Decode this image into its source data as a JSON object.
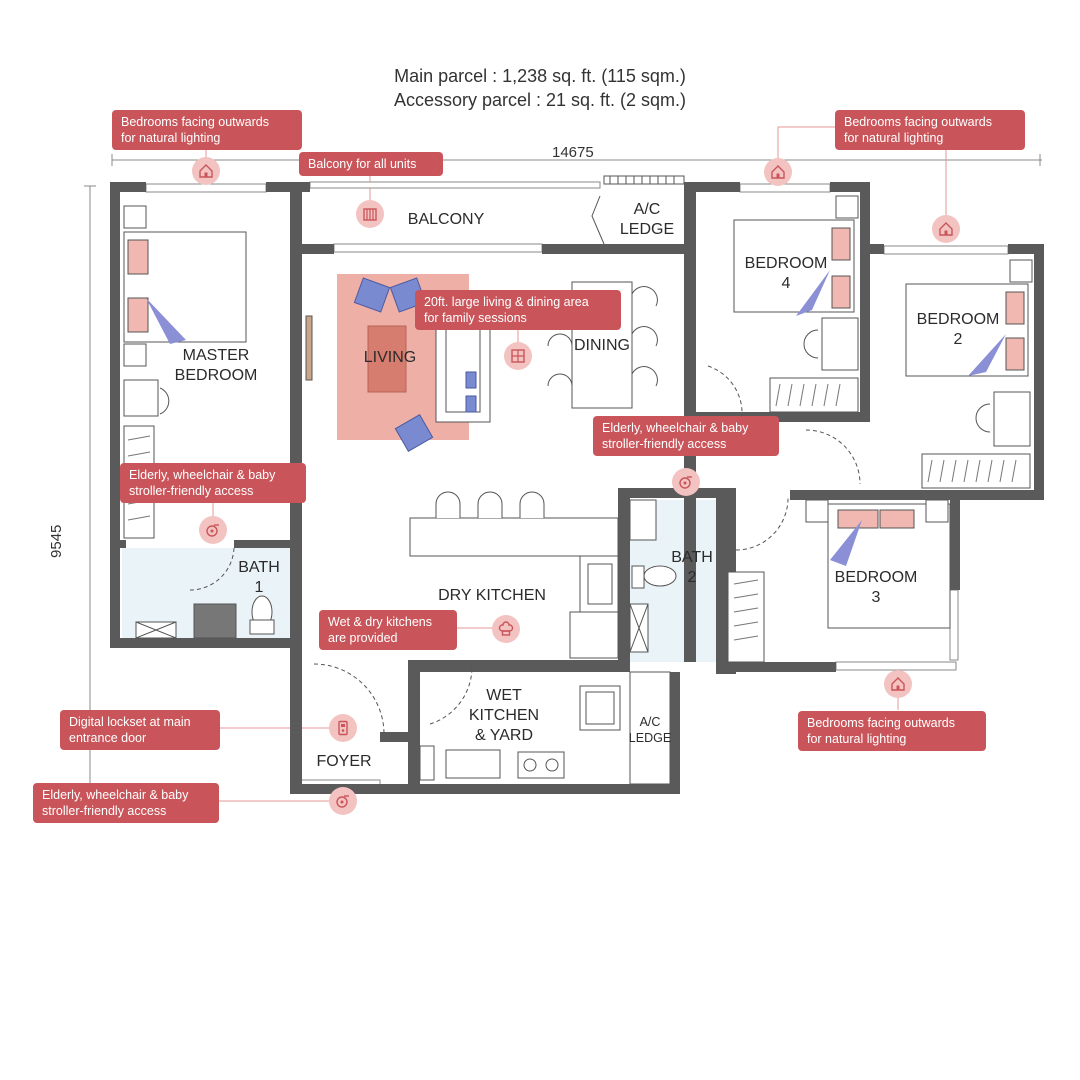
{
  "header": {
    "main_parcel": "Main parcel : 1,238 sq. ft. (115 sqm.)",
    "accessory_parcel": "Accessory parcel : 21 sq. ft. (2 sqm.)"
  },
  "dimensions": {
    "width": "14675",
    "height": "9545"
  },
  "rooms": {
    "balcony": "BALCONY",
    "ac_ledge_top": "A/C\nLEDGE",
    "master_bedroom": "MASTER\nBEDROOM",
    "living": "LIVING",
    "dining": "DINING",
    "bedroom4": "BEDROOM\n4",
    "bedroom2": "BEDROOM\n2",
    "bedroom3": "BEDROOM\n3",
    "bath1": "BATH\n1",
    "bath2": "BATH\n2",
    "dry_kitchen": "DRY KITCHEN",
    "wet_kitchen": "WET\nKITCHEN\n& YARD",
    "ac_ledge_bottom": "A/C\nLEDGE",
    "foyer": "FOYER"
  },
  "callouts": {
    "bedrooms_left": "Bedrooms facing outwards\nfor natural lighting",
    "balcony": "Balcony for all units",
    "bedrooms_right": "Bedrooms facing outwards\nfor natural lighting",
    "living_dining": "20ft. large living & dining area\nfor family sessions",
    "access_center": "Elderly, wheelchair & baby\nstroller-friendly access",
    "access_left": "Elderly, wheelchair & baby\nstroller-friendly access",
    "kitchens": "Wet & dry kitchens\nare provided",
    "lockset": "Digital lockset at main\nentrance door",
    "access_entrance": "Elderly, wheelchair & baby\nstroller-friendly access",
    "bedrooms_bottom": "Bedrooms facing outwards\nfor natural lighting"
  },
  "colors": {
    "accent": "#c9555a",
    "badge": "#f3c3c1",
    "wall": "#5a5a5a",
    "bed_pillow": "#f0b8b0",
    "lamp": "#8a8fd6",
    "rug": "#eeb0a6",
    "bath_tile": "#eaf3f7"
  },
  "icons": [
    "house-icon",
    "balcony-icon",
    "living-area-icon",
    "wheelchair-icon",
    "chef-hat-icon",
    "digital-lock-icon"
  ]
}
